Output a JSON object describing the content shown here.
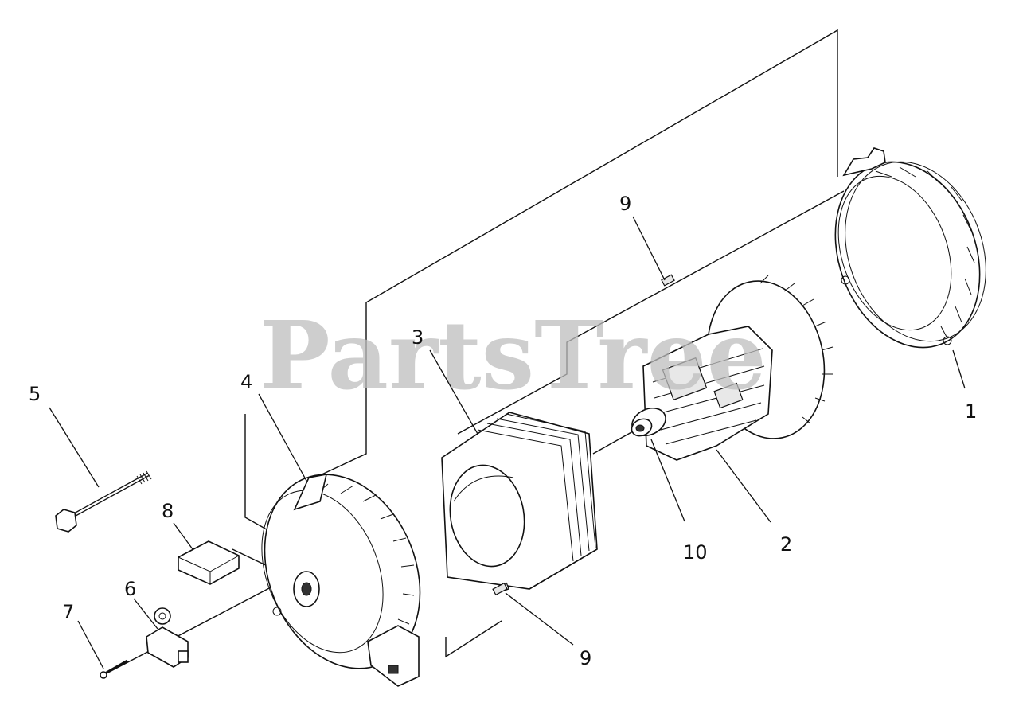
{
  "watermark": "PartsTree",
  "callouts": {
    "c1": "1",
    "c2": "2",
    "c3": "3",
    "c4": "4",
    "c5": "5",
    "c6": "6",
    "c7": "7",
    "c8": "8",
    "c9_top": "9",
    "c9_bottom": "9",
    "c10": "10"
  }
}
